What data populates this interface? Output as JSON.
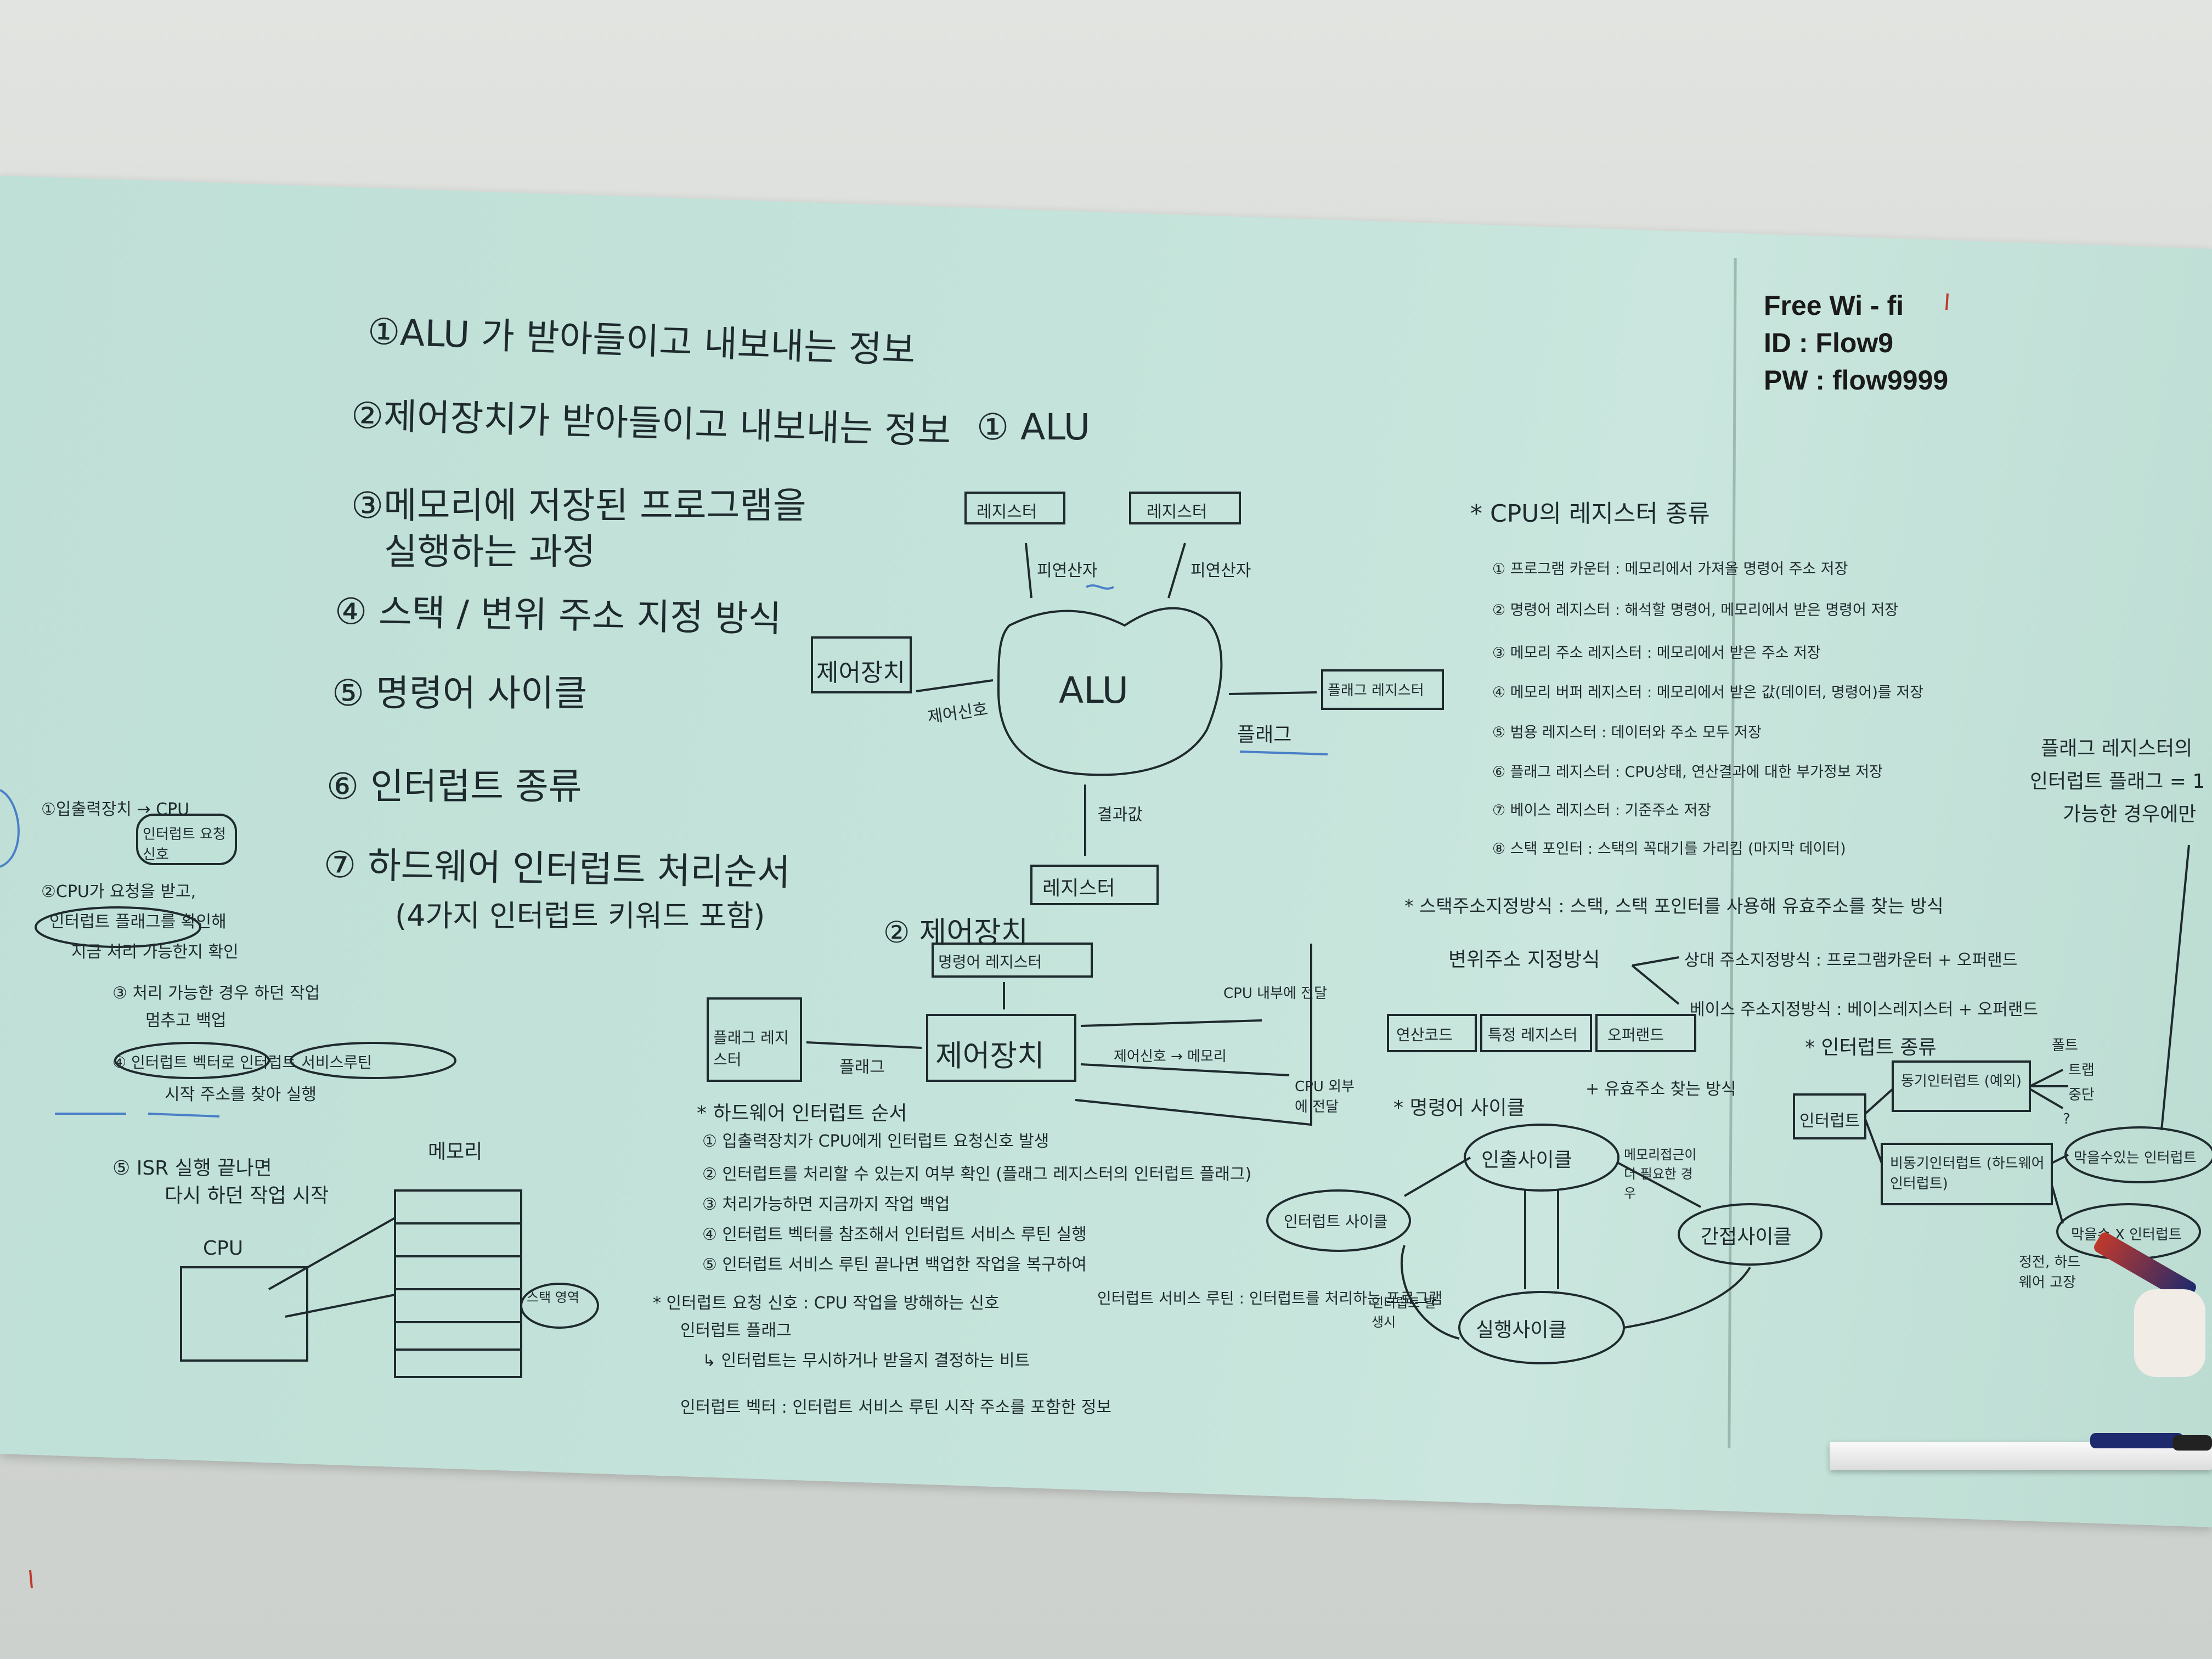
{
  "wifi": {
    "line1": "Free Wi - fi",
    "line2": "ID : Flow9",
    "line3": "PW : flow9999"
  },
  "topics": [
    "①ALU 가 받아들이고 내보내는 정보",
    "②제어장치가 받아들이고 내보내는 정보",
    "③메모리에 저장된 프로그램을",
    "실행하는 과정",
    "④ 스택 / 변위 주소 지정 방식",
    "⑤ 명령어 사이클",
    "⑥ 인터럽트 종류",
    "⑦ 하드웨어 인터럽트 처리순서",
    "(4가지 인터럽트 키워드 포함)"
  ],
  "alu": {
    "heading": "① ALU",
    "reg_left": "레지스터",
    "reg_right": "레지스터",
    "operand_left": "피연산자",
    "operand_right": "피연산자",
    "center": "ALU",
    "control": "제어장치",
    "control_signal": "제어신호",
    "flag_reg": "플래그 레지스터",
    "flag": "플래그",
    "result": "결과값",
    "reg_bottom": "레지스터"
  },
  "control": {
    "heading": "② 제어장치",
    "instr_reg": "명령어 레지스터",
    "flag_reg": "플래그 레지스터",
    "flag": "플래그",
    "center": "제어장치",
    "cpu_inside": "CPU 내부에 전달",
    "cpu_outside": "CPU 외부에 전달",
    "signal_mem": "제어신호 → 메모리"
  },
  "hw_interrupt": {
    "heading": "* 하드웨어 인터럽트 순서",
    "steps": [
      "① 입출력장치가 CPU에게 인터럽트 요청신호 발생",
      "② 인터럽트를 처리할 수 있는지 여부 확인 (플래그 레지스터의 인터럽트 플래그)",
      "③ 처리가능하면 지금까지 작업 백업",
      "④ 인터럽트 벡터를 참조해서 인터럽트 서비스 루틴 실행",
      "⑤ 인터럽트 서비스 루틴 끝나면 백업한 작업을 복구하여"
    ],
    "note1": "* 인터럽트 요청 신호 : CPU 작업을 방해하는 신호",
    "note2": "인터럽트 플래그",
    "note3": "↳ 인터럽트는 무시하거나 받을지 결정하는 비트",
    "note4": "인터럽트 서비스 루틴 : 인터럽트를 처리하는 프로그램",
    "note5": "인터럽트 벡터 : 인터럽트 서비스 루틴 시작 주소를 포함한 정보"
  },
  "left_seq": {
    "step1": "①입출력장치 → CPU",
    "step1b": "인터럽트 요청 신호",
    "step2": "②CPU가 요청을 받고,",
    "step2b": "인터럽트 플래그를 확인해",
    "step2c": "지금 처리 가능한지 확인",
    "step3": "③ 처리 가능한 경우 하던 작업",
    "step3b": "멈추고 백업",
    "step4": "④ 인터럽트 벡터로 인터럽트 서비스루틴",
    "step4b": "시작 주소를 찾아 실행",
    "step5": "⑤ ISR 실행 끝나면",
    "step5b": "다시 하던 작업 시작",
    "cpu": "CPU",
    "memory": "메모리",
    "stack": "스택 영역"
  },
  "registers": {
    "heading": "* CPU의 레지스터 종류",
    "items": [
      "① 프로그램 카운터 : 메모리에서 가져올 명령어 주소 저장",
      "② 명령어 레지스터 : 해석할 명령어, 메모리에서 받은 명령어 저장",
      "③ 메모리 주소 레지스터 : 메모리에서 받은 주소 저장",
      "④ 메모리 버퍼 레지스터 : 메모리에서 받은 값(데이터, 명령어)를 저장",
      "⑤ 범용 레지스터 : 데이터와 주소 모두 저장",
      "⑥ 플래그 레지스터 : CPU상태, 연산결과에 대한 부가정보 저장",
      "⑦ 베이스 레지스터 : 기준주소 저장",
      "⑧ 스택 포인터 : 스택의 꼭대기를 가리킴 (마지막 데이터)"
    ],
    "flag_note1": "플래그 레지스터의",
    "flag_note2": "인터럽트 플래그 = 1",
    "flag_note3": "가능한 경우에만"
  },
  "addressing": {
    "stack": "* 스택주소지정방식 : 스택, 스택 포인터를 사용해 유효주소를 찾는 방식",
    "displacement": "변위주소 지정방식",
    "relative": "상대 주소지정방식 : 프로그램카운터 + 오퍼랜드",
    "base": "베이스 주소지정방식 : 베이스레지스터 + 오퍼랜드",
    "opcode": "연산코드",
    "register": "특정 레지스터",
    "operand": "오퍼랜드",
    "effective": "+ 유효주소 찾는 방식"
  },
  "cycle": {
    "heading": "* 명령어 사이클",
    "fetch": "인출사이클",
    "exec": "실행사이클",
    "indirect": "간접사이클",
    "interrupt": "인터럽트 사이클",
    "memory_note": "메모리접근이 더 필요한 경우",
    "int_note": "인터럽트 발생시"
  },
  "interrupt_types": {
    "heading": "* 인터럽트 종류",
    "root": "인터럽트",
    "sync": "동기인터럽트 (예외)",
    "async": "비동기인터럽트 (하드웨어 인터럽트)",
    "maskable": "막을수있는 인터럽트",
    "nonmaskable": "막을수 X 인터럽트",
    "fault": "폴트",
    "trap": "트랩",
    "abort": "중단",
    "q": "?",
    "power": "정전, 하드웨어 고장"
  }
}
